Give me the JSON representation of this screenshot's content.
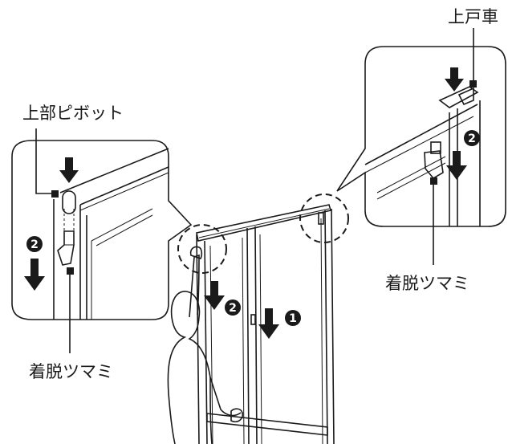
{
  "labels": {
    "upper_pivot": "上部ピボット",
    "upper_roller": "上戸車",
    "release_knob_left": "着脱ツマミ",
    "release_knob_right": "着脱ツマミ"
  },
  "markers": {
    "step1": "1",
    "step2_left": "2",
    "step2_right": "2",
    "step2_center": "2"
  }
}
